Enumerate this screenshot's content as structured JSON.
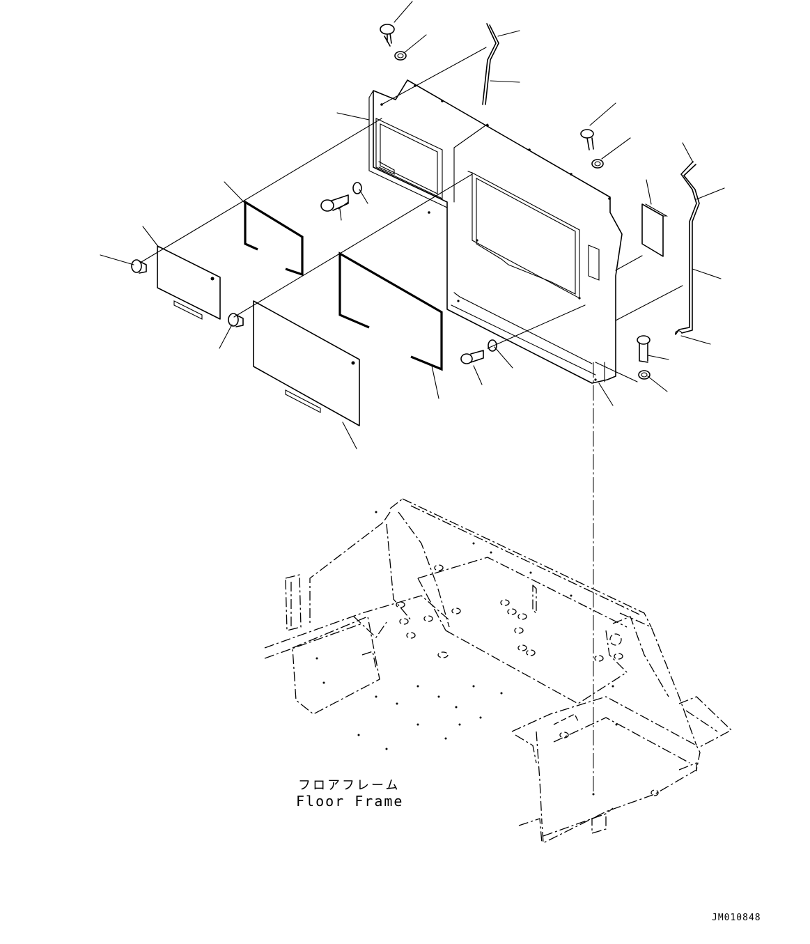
{
  "labels": {
    "floor_frame_jp": "フロアフレーム",
    "floor_frame_en": "Floor Frame"
  },
  "drawing_id": "JM010848"
}
